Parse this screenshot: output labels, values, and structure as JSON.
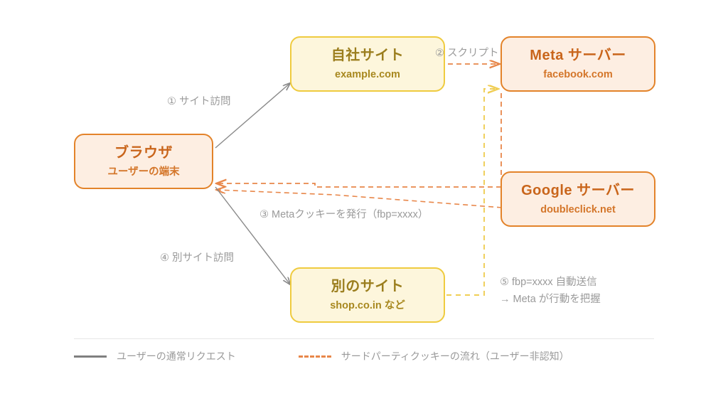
{
  "diagram": {
    "title_hidden": "",
    "nodes": [
      {
        "id": "browser",
        "title": "ブラウザ",
        "sub": "ユーザーの端末",
        "style": "orange"
      },
      {
        "id": "own_site",
        "title": "自社サイト",
        "sub": "example.com",
        "style": "yellow"
      },
      {
        "id": "meta",
        "title": "Meta サーバー",
        "sub": "facebook.com",
        "style": "orange"
      },
      {
        "id": "google",
        "title": "Google サーバー",
        "sub": "doubleclick.net",
        "style": "orange"
      },
      {
        "id": "other_site",
        "title": "別のサイト",
        "sub": "shop.co.in など",
        "style": "yellow"
      }
    ],
    "edge_labels": [
      {
        "id": "step1",
        "text": "① サイト訪問"
      },
      {
        "id": "step2",
        "text": "② スクリプト"
      },
      {
        "id": "step3",
        "text": "③ Metaクッキーを発行（fbp=xxxx）"
      },
      {
        "id": "step4",
        "text": "④ 別サイト訪問"
      },
      {
        "id": "step5_line1",
        "text": "⑤ fbp=xxxx 自動送信"
      },
      {
        "id": "step5_line2",
        "text": "→ Meta が行動を把握"
      }
    ],
    "legend": [
      {
        "id": "normal-request",
        "label": "ユーザーの通常リクエスト",
        "style": "solid",
        "color": "#808080"
      },
      {
        "id": "third-party-cookie",
        "label": "サードパーティクッキーの流れ（ユーザー非認知）",
        "style": "dashed",
        "color": "#e8874a"
      }
    ],
    "colors": {
      "orange_border": "#e3832a",
      "orange_fill": "#fdeee2",
      "orange_text": "#c9651b",
      "yellow_border": "#efcb3f",
      "yellow_fill": "#fdf6dc",
      "yellow_text": "#9b7e1e",
      "gray_line": "#808080",
      "orange_dash": "#e8874a",
      "gold_dash": "#f0ce55",
      "label_text": "#9a9a9a"
    }
  }
}
